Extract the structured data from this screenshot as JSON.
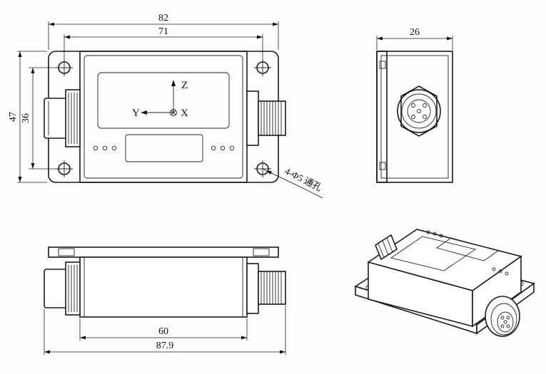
{
  "dimensions": {
    "top_width_outer": "82",
    "top_width_holes": "71",
    "side_height_outer": "47",
    "side_height_holes": "36",
    "side_view_depth": "26",
    "front_body_length": "60",
    "front_overall_length": "87.9"
  },
  "axes": {
    "z": "Z",
    "y": "Y",
    "x": "X"
  },
  "mounting_note": "4-Φ5 通孔",
  "colors": {
    "line": "#1a1a1a",
    "background": "#fdfdfd"
  }
}
